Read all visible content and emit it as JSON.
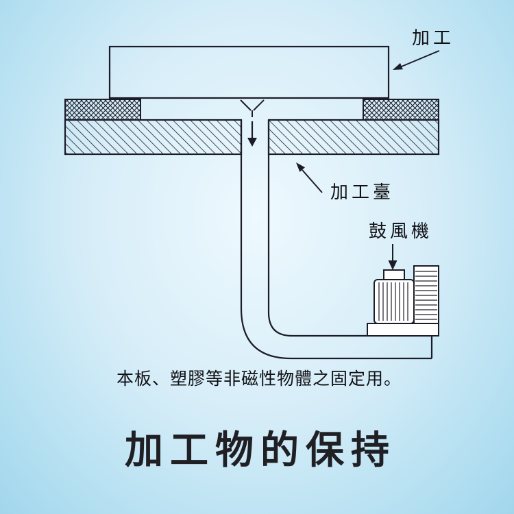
{
  "diagram": {
    "labels": {
      "workpiece": "加工",
      "worktable": "加工臺",
      "blower": "鼓風機"
    },
    "caption": "本板、塑膠等非磁性物體之固定用。",
    "title": "加工物的保持"
  },
  "colors": {
    "line": "#1c1c28",
    "text": "#101014",
    "title_text": "#1f1f24",
    "background_center": "#eef9fe",
    "background_edge": "#a2d6ec"
  }
}
